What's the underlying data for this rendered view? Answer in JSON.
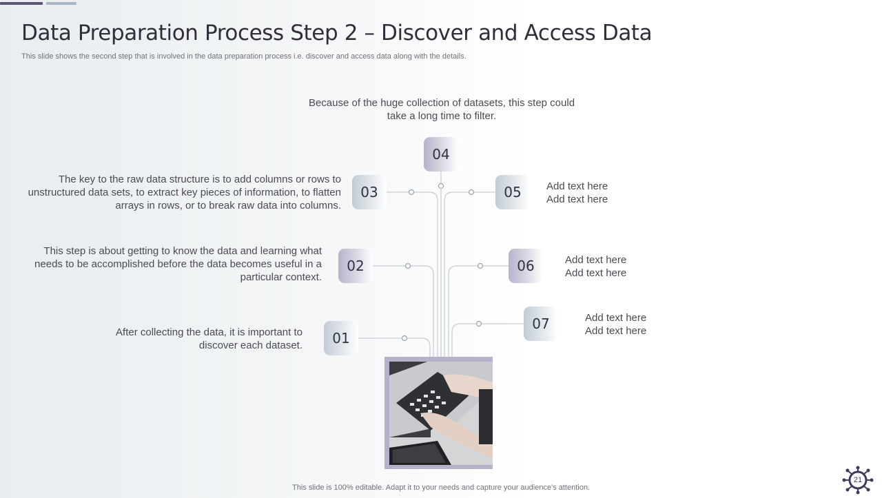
{
  "header": {
    "title": "Data Preparation Process Step 2 – Discover and Access Data",
    "subtitle": "This slide shows the second step that is involved in the data preparation process i.e. discover and access data along with the details."
  },
  "steps": [
    {
      "num": "01",
      "text": "After collecting the data, it is important to discover each dataset."
    },
    {
      "num": "02",
      "text": "This step is about getting to know the data and learning what needs to be accomplished before the data becomes useful in a particular context."
    },
    {
      "num": "03",
      "text": "The key to the raw data structure  is to add columns  or rows to unstructured  data sets, to extract key pieces of information, to flatten arrays in rows, or to break raw data into columns."
    },
    {
      "num": "04",
      "text": "Because of the huge collection of datasets, this step could take a long time to filter."
    },
    {
      "num": "05",
      "line1": "Add text here",
      "line2": "Add text here"
    },
    {
      "num": "06",
      "line1": "Add text here",
      "line2": "Add text here"
    },
    {
      "num": "07",
      "line1": "Add text here",
      "line2": "Add text here"
    }
  ],
  "footer": "This slide is 100% editable. Adapt it to your needs and capture your audience's attention.",
  "page_number": "21",
  "colors": {
    "accent_dark": "#5a5478",
    "accent_light": "#a9b6c6",
    "photo_frame": "#b8b0cb",
    "connector": "#c8ccd2"
  }
}
